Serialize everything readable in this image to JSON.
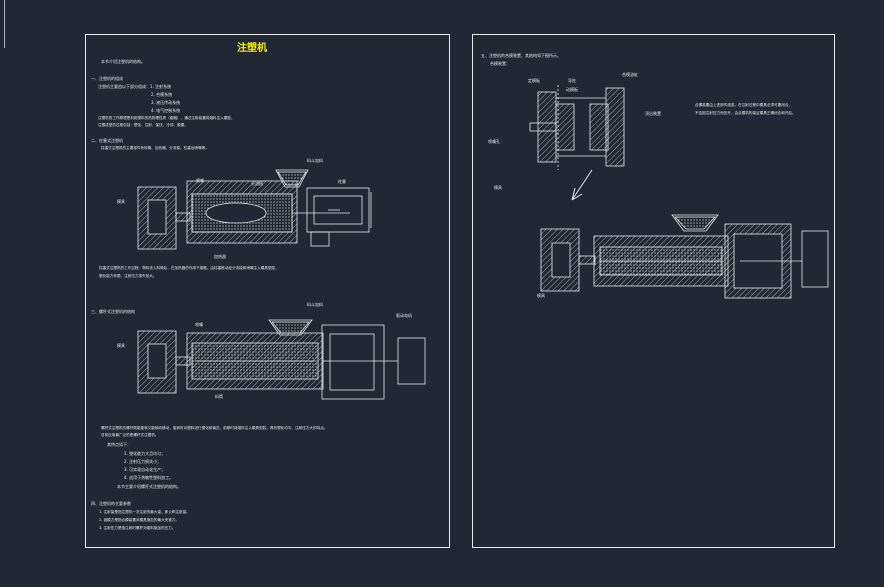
{
  "drawing": {
    "title": "注塑机",
    "left_sheet": {
      "intro": "本节介绍注塑机的结构。",
      "section1_head": "一、注塑机的组成",
      "section1_lines": [
        "注塑机主要由以下部分组成：1. 注射系统",
        "2. 合模系统",
        "3. 液压传动系统",
        "4. 电气控制系统"
      ],
      "section1_tail": [
        "注塑机的工作原理是利用塑料的热物理性质（熔融），通过注射装置将熔料注入模腔。",
        "注塑成型的过程包括：塑化、注射、保压、冷却、脱模。"
      ],
      "section2_head": "二、柱塞式注塑机",
      "section2_line": "柱塞式注塑机的主要部件有料筒、加热器、分流梭、柱塞及喷嘴等。",
      "fig1_labels": {
        "mold": "模具",
        "nozzle": "喷嘴",
        "torpedo": "分流梭",
        "hopper": "料斗加料",
        "plunger": "柱塞",
        "heater": "加热器"
      },
      "fig1_caption": [
        "柱塞式注塑机的工作过程：物料进入料筒后，在加热器的作用下熔融，由柱塞推动经分流梭和喷嘴注入模具型腔。",
        "塑化能力有限，注射压力损失较大。"
      ],
      "section3_head": "三、螺杆式注塑机的结构",
      "fig2_labels": {
        "mold": "模具",
        "nozzle": "喷嘴",
        "hopper": "料斗加料",
        "motor": "驱动电机",
        "barrel": "料筒"
      },
      "section3_text": [
        "螺杆式注塑机的螺杆既能旋转又能轴向移动，旋转时对塑料进行塑化和输送，前移时将熔料注入模具型腔，具有塑化均匀、注射压力大的特点。",
        "目前应用最广泛的是螺杆式注塑机。"
      ],
      "section3_list_head": "其特点如下：",
      "section3_list": [
        "1. 塑化能力大且均匀；",
        "2. 注射压力损失小；",
        "3. 可实现自动化生产；",
        "4. 适用于热敏性塑料加工。"
      ],
      "section3_tail": "本节主要介绍螺杆式注塑机的结构。",
      "section4_head": "四、注塑机的主要参数",
      "section4_list": [
        "1. 注射量是指注塑机一次注射的最大量，即公称注射量。",
        "2. 锁模力是指合模装置对模具施加的最大夹紧力。",
        "3. 注射压力是指注射时螺杆对熔料施加的压力。"
      ]
    },
    "right_sheet": {
      "head": "五、注塑机的合模装置，其结构如下图所示。",
      "subhead": "合模装置：",
      "fig3_labels": {
        "fixed_plate": "定模板",
        "guide": "导柱",
        "movable_plate": "动模板",
        "clamp": "合模油缸",
        "nozzle_port": "喷嘴孔",
        "ejector": "顶出装置",
        "mold": "模具"
      },
      "fig3_note": [
        "合模装置由上述部件组成，在注射过程中模具必须可靠闭合，",
        "不会因注射压力而张开，由合模机构保证模具正确闭合和开启。"
      ],
      "fig4_label_mold": "模具"
    }
  }
}
